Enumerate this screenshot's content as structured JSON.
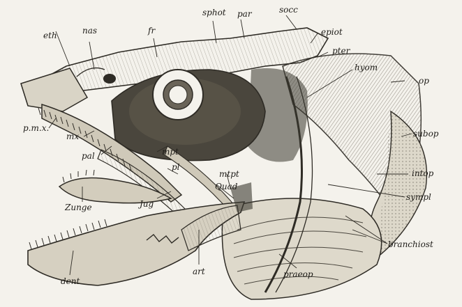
{
  "labels": {
    "eth": "eth",
    "nas": "nas",
    "fr": "fr",
    "sphot": "sphot",
    "par": "par",
    "socc": "socc",
    "epiot": "epiot",
    "pter": "pter",
    "hyom": "hyom",
    "op": "op",
    "subop": "subop",
    "intop": "intop",
    "sympl": "sympl",
    "branchiost": "branchiost",
    "praeop": "praeop",
    "art": "art",
    "dent": "dent",
    "zunge": "Zunge",
    "jug": "Jug",
    "quad": "Quad",
    "mtpt": "mtpt",
    "pl": "pl",
    "mpt": "mpt",
    "pal": "pal",
    "mx": "mx",
    "pmx": "p.m.x."
  }
}
